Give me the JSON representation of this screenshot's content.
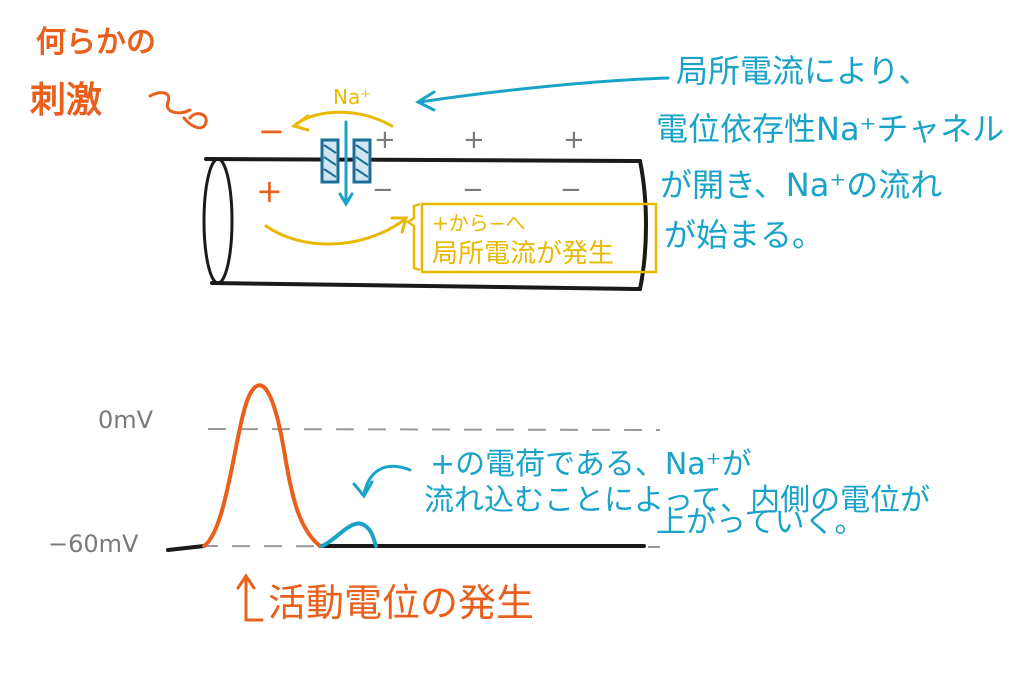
{
  "colors": {
    "orange": "#e8601c",
    "blue": "#1aa3c8",
    "yellow": "#e9b800",
    "ink": "#1a1a1a",
    "gray": "#8a8a8a"
  },
  "stimulus": {
    "line1": "何らかの",
    "line2": "刺激"
  },
  "ion_label": "Na⁺",
  "membrane_charges": {
    "outside_left": "−",
    "outside_right": [
      "+",
      "+",
      "+"
    ],
    "inside_left": "+",
    "inside_right": [
      "−",
      "−",
      "−"
    ]
  },
  "local_current_box": {
    "line1": "+から−へ",
    "line2": "局所電流が発生"
  },
  "blue_note_top": {
    "line1": "局所電流により、",
    "line2": "電位依存性Na⁺チャネル",
    "line3": "が開き、Na⁺の流れ",
    "line4": "が始まる。"
  },
  "blue_note_bottom": {
    "line1": "+の電荷である、Na⁺が",
    "line2": "流れ込むことによって、内側の電位が",
    "line3": "上がっていく。"
  },
  "potential_axis": {
    "top_label": "0mV",
    "bottom_label": "−60mV"
  },
  "action_potential_label": "活動電位の発生"
}
